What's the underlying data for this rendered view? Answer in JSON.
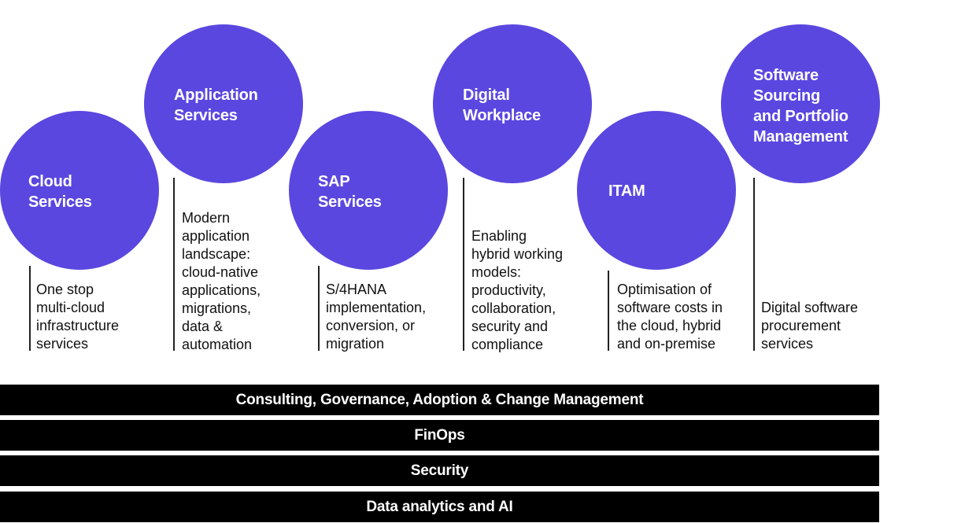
{
  "services": [
    {
      "title": "Cloud\nServices",
      "description": "One stop\nmulti-cloud\ninfrastructure\nservices"
    },
    {
      "title": "Application\nServices",
      "description": "Modern\napplication\nlandscape:\ncloud-native\napplications,\nmigrations,\ndata &\nautomation"
    },
    {
      "title": "SAP\nServices",
      "description": "S/4HANA\nimplementation,\nconversion, or\nmigration"
    },
    {
      "title": "Digital\nWorkplace",
      "description": "Enabling\nhybrid working\nmodels:\nproductivity,\ncollaboration,\nsecurity and\ncompliance"
    },
    {
      "title": "ITAM",
      "description": "Optimisation of\nsoftware costs in\nthe cloud, hybrid\nand on-premise"
    },
    {
      "title": "Software\nSourcing\nand Portfolio\nManagement",
      "description": "Digital software\nprocurement\nservices"
    }
  ],
  "foundation_layers": [
    "Consulting, Governance, Adoption & Change Management",
    "FinOps",
    "Security",
    "Data analytics and AI"
  ],
  "colors": {
    "circle": "#5a47e0",
    "bar": "#000000"
  }
}
